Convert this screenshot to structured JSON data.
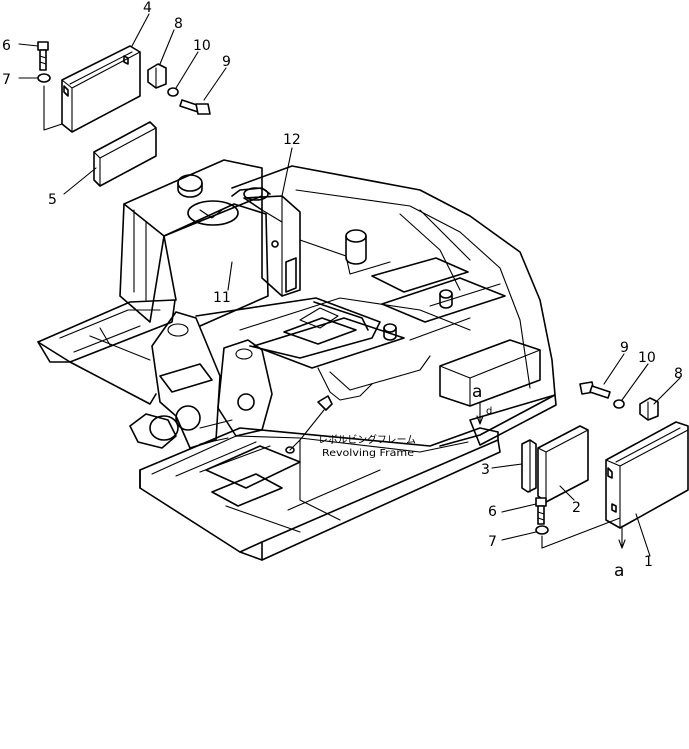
{
  "diagram": {
    "part_label_jp": "レボルビングフレーム",
    "part_label_en": "Revolving Frame",
    "callouts": {
      "c1": "1",
      "c2": "2",
      "c3": "3",
      "c4": "4",
      "c5": "5",
      "c6a": "6",
      "c6b": "6",
      "c7a": "7",
      "c7b": "7",
      "c8a": "8",
      "c8b": "8",
      "c9a": "9",
      "c9b": "9",
      "c10a": "10",
      "c10b": "10",
      "c11": "11",
      "c12": "12",
      "a1": "a",
      "a2": "a"
    }
  }
}
